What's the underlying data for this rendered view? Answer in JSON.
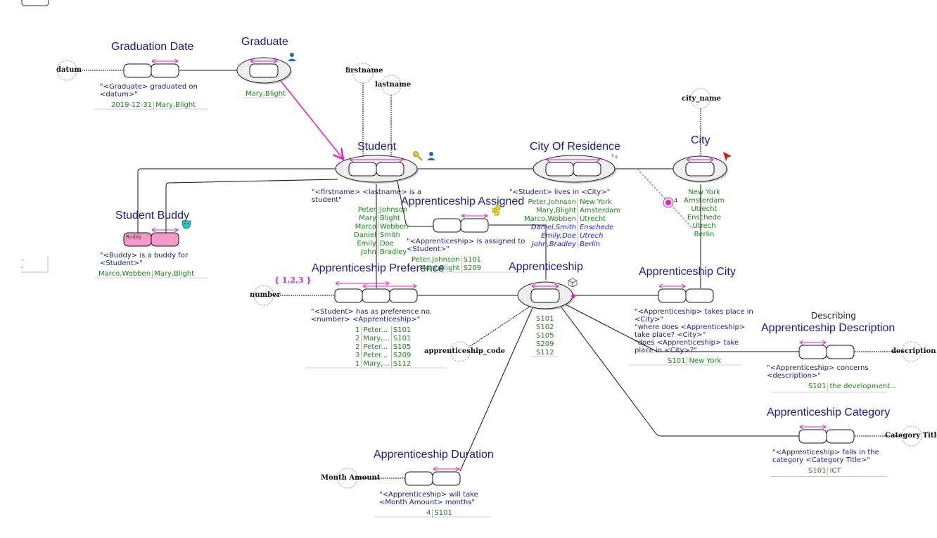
{
  "diagram": {
    "fact_types": {
      "graduation_date": {
        "title": "Graduation Date",
        "verbalization": "\"<Graduate> graduated on\n<datum>\"",
        "population": [
          [
            "2019-12-31",
            "Mary,Blight"
          ]
        ]
      },
      "student_buddy": {
        "title": "Student Buddy",
        "role_label": "Buddy",
        "verbalization": "\"<Buddy> is a buddy for\n<Student>\"",
        "population": [
          [
            "Marco,Wobben",
            "Mary,Blight"
          ]
        ]
      },
      "apprenticeship_assigned": {
        "title": "Apprenticeship Assigned",
        "verbalization": "\"<Apprenticeship> is assigned to\n<Student>\"",
        "population": [
          [
            "Peter,Johnson",
            "S101"
          ],
          [
            "Mary,Blight",
            "S209"
          ]
        ]
      },
      "city_of_residence": {
        "title": "City Of Residence",
        "verbalization": "\"<Student> lives in <City>\"",
        "population": [
          [
            "Peter,Johnson",
            "New York",
            false
          ],
          [
            "Mary,Blight",
            "Amsterdam",
            false
          ],
          [
            "Marco,Wobben",
            "Utrecht",
            false
          ],
          [
            "Daniel,Smith",
            "Enschede",
            true
          ],
          [
            "Emily,Doe",
            "Utrech",
            true
          ],
          [
            "John,Bradley",
            "Berlin",
            true
          ]
        ]
      },
      "apprenticeship_preference": {
        "title": "Apprenticeship Preference",
        "value_constraint": "{ 1,2,3 }",
        "verbalization": "\"<Student> has as preference no.\n<number> <Apprenticeship>\"",
        "population": [
          [
            "1",
            "Peter...",
            "S101"
          ],
          [
            "2",
            "Mary,...",
            "S101"
          ],
          [
            "2",
            "Peter...",
            "S105"
          ],
          [
            "3",
            "Peter...",
            "S209"
          ],
          [
            "1",
            "Mary,...",
            "S112"
          ]
        ]
      },
      "apprenticeship_city": {
        "title": "Apprenticeship City",
        "verbalization": "\"<Apprenticeship> takes place in\n<City>\"\n\"where does <Apprenticeship>\ntake place? <City>\"\n\"does <Apprenticeship> take\nplace in <City>?\"",
        "population": [
          [
            "S101",
            "New York"
          ]
        ]
      },
      "apprenticeship_description": {
        "title": "Apprenticeship Description",
        "verbalization": "\"<Apprenticeship> concerns\n<description>\"",
        "population": [
          [
            "S101",
            "the development..."
          ]
        ]
      },
      "apprenticeship_category": {
        "title": "Apprenticeship Category",
        "verbalization": "\"<Apprenticeship> falls in the\ncategory <Category Title>\"",
        "population": [
          [
            "S101",
            "ICT"
          ]
        ]
      },
      "apprenticeship_duration": {
        "title": "Apprenticeship Duration",
        "verbalization": "\"<Apprenticeship> will take\n<Month Amount> months\"",
        "population": [
          [
            "4",
            "S101"
          ]
        ]
      }
    },
    "object_types": {
      "graduate": {
        "title": "Graduate",
        "population": [
          "Mary,Blight"
        ]
      },
      "student": {
        "title": "Student",
        "verbalization": "\"<firstname> <lastname> is a\nstudent\"",
        "population": [
          [
            "Peter",
            "Johnson"
          ],
          [
            "Mary",
            "Blight"
          ],
          [
            "Marco",
            "Wobben"
          ],
          [
            "Daniel",
            "Smith"
          ],
          [
            "Emily",
            "Doe"
          ],
          [
            "John",
            "Bradley"
          ]
        ]
      },
      "city": {
        "title": "City",
        "population": [
          "New York",
          "Amsterdam",
          "Utrecht",
          "Enschede",
          "Utrech",
          "Berlin"
        ]
      },
      "apprenticeship": {
        "title": "Apprenticeship",
        "population": [
          "S101",
          "S102",
          "S105",
          "S209",
          "S112"
        ]
      }
    },
    "value_types": {
      "datum": "datum",
      "firstname": "firstname",
      "lastname": "lastname",
      "city_name": "city_name",
      "number": "number",
      "apprenticeship_code": "apprenticeship_code",
      "description": "description",
      "category_title": "Category Title",
      "month_amount": "Month Amount"
    },
    "group": {
      "title": "Describing"
    },
    "subset_constraint_marker": "4",
    "left_stub": [
      "-",
      "-"
    ]
  },
  "colors": {
    "title": "#1a1a8c",
    "population": "#118811",
    "uniqueness": "#e020c8",
    "group_fill": "#ccffcc",
    "buddy_fill": "#f59ac8"
  }
}
